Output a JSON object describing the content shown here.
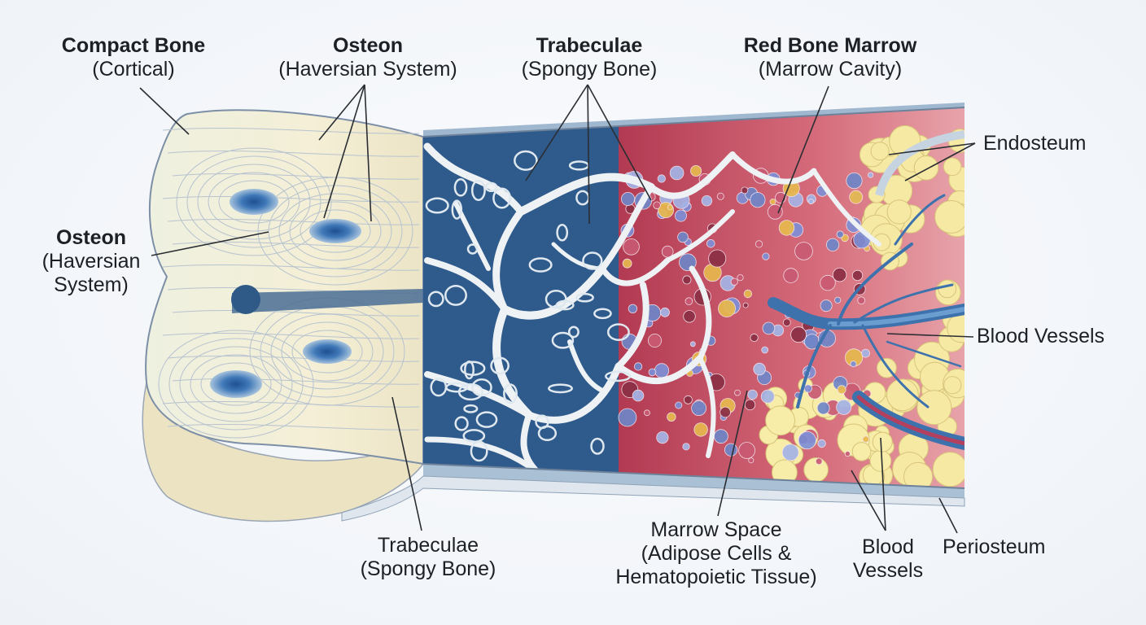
{
  "labels": {
    "compact_bone": {
      "title": "Compact Bone",
      "sub": "(Cortical)"
    },
    "osteon_top": {
      "title": "Osteon",
      "sub": "(Haversian System)"
    },
    "trabeculae_top": {
      "title": "Trabeculae",
      "sub": "(Spongy Bone)"
    },
    "red_marrow": {
      "title": "Red Bone Marrow",
      "sub": "(Marrow Cavity)"
    },
    "osteon_left": {
      "title": "Osteon",
      "line1": "(Haversian",
      "line2": "System)"
    },
    "endosteum": "Endosteum",
    "blood_vessels_right": "Blood Vessels",
    "trabeculae_bottom": {
      "line1": "Trabeculae",
      "line2": "(Spongy Bone)"
    },
    "marrow_space": {
      "line1": "Marrow Space",
      "line2": "(Adipose Cells &",
      "line3": "Hematopoietic Tissue)"
    },
    "blood_vessels_bottom": {
      "line1": "Blood",
      "line2": "Vessels"
    },
    "periosteum": "Periosteum"
  },
  "colors": {
    "background": "#f4f6f9",
    "compact_bone": "#f3ecd2",
    "spongy_bg": "#3e6a9b",
    "trabeculae": "#eef2f4",
    "marrow_red": "#c8455a",
    "adipose_yellow": "#f7eaa2",
    "vessel_blue": "#3d72ad",
    "leader_line": "#2a2e33"
  }
}
